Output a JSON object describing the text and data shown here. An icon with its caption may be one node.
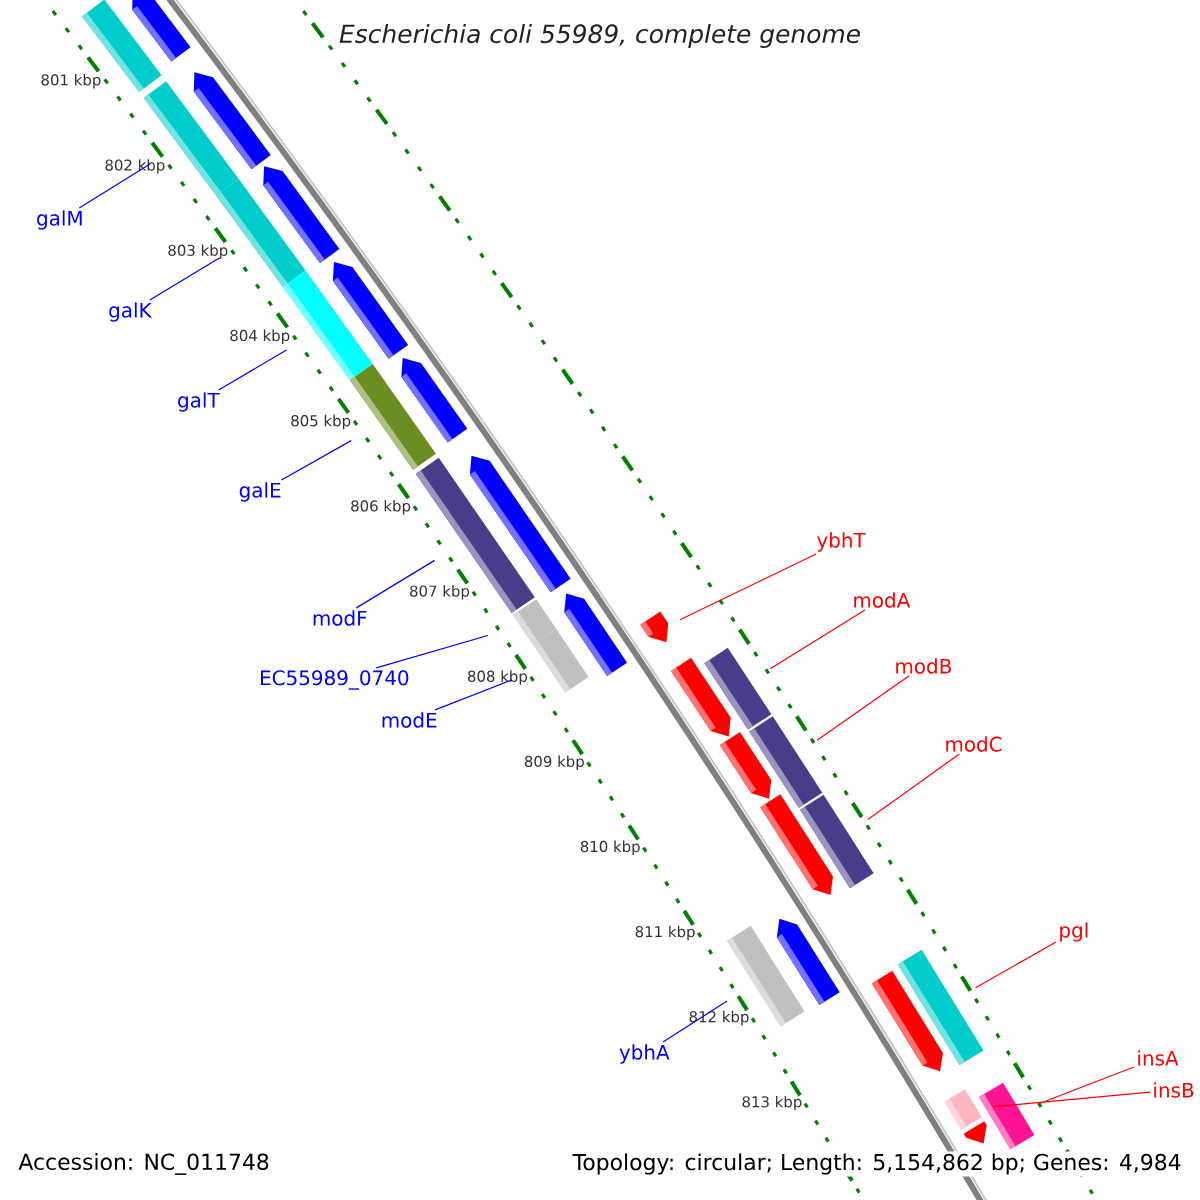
{
  "diagram": {
    "title": "Escherichia coli 55989, complete genome",
    "nodes": [
      {
        "text": [
          "galM"
        ]
      },
      {
        "text": [
          "galK"
        ]
      },
      {
        "text": [
          "galT"
        ]
      },
      {
        "text": [
          "galE"
        ]
      },
      {
        "text": [
          "modF"
        ]
      },
      {
        "text": [
          "EC55989_0740"
        ]
      },
      {
        "text": [
          "modE"
        ]
      },
      {
        "text": [
          "ybhA"
        ]
      },
      {
        "text": [
          "ybhT"
        ]
      },
      {
        "text": [
          "modA"
        ]
      },
      {
        "text": [
          "modB"
        ]
      },
      {
        "text": [
          "modC"
        ]
      },
      {
        "text": [
          "pgl"
        ]
      },
      {
        "text": [
          "insA"
        ]
      },
      {
        "text": [
          "insB"
        ]
      },
      {
        "text": [],
        "shape": "bar"
      },
      {
        "text": [],
        "shape": "bar"
      },
      {
        "text": [],
        "shape": "bar"
      },
      {
        "text": [],
        "shape": "bar"
      },
      {
        "text": [],
        "shape": "bar"
      },
      {
        "text": [],
        "shape": "bar"
      },
      {
        "text": [],
        "shape": "bar"
      },
      {
        "text": [],
        "shape": "bar"
      },
      {
        "text": [],
        "shape": "arrow"
      },
      {
        "text": [],
        "shape": "bar"
      },
      {
        "text": [],
        "shape": "bar"
      },
      {
        "text": [],
        "shape": "bar"
      },
      {
        "text": [],
        "shape": "bar"
      },
      {
        "text": [],
        "shape": "bar"
      },
      {
        "text": [],
        "shape": "bar"
      },
      {
        "text": [],
        "shape": "bar"
      },
      {
        "text": [],
        "shape": "arrow"
      },
      {
        "text": [],
        "shape": "arrow"
      },
      {
        "text": [],
        "shape": "arrow"
      },
      {
        "text": [],
        "shape": "arrow"
      },
      {
        "text": [],
        "shape": "arrow"
      },
      {
        "text": [],
        "shape": "arrow"
      },
      {
        "text": [],
        "shape": "arrow"
      },
      {
        "text": [],
        "shape": "arrow"
      },
      {
        "text": [],
        "shape": "arrow"
      },
      {
        "text": [],
        "shape": "arrow"
      },
      {
        "text": [],
        "shape": "arrow"
      },
      {
        "text": [],
        "shape": "arrow"
      },
      {
        "text": [],
        "shape": "arrow"
      }
    ],
    "edges": [
      {
        "from": 0,
        "to": 15,
        "arrow": "none"
      },
      {
        "from": 1,
        "to": 16,
        "arrow": "none"
      },
      {
        "from": 2,
        "to": 17,
        "arrow": "none"
      },
      {
        "from": 3,
        "to": 18,
        "arrow": "none"
      },
      {
        "from": 4,
        "to": 19,
        "arrow": "none"
      },
      {
        "from": 5,
        "to": 20,
        "arrow": "none"
      },
      {
        "from": 6,
        "to": 21,
        "arrow": "none"
      },
      {
        "from": 7,
        "to": 22,
        "arrow": "none"
      },
      {
        "from": 8,
        "to": 23,
        "arrow": "none",
        "color": "#ff0000"
      },
      {
        "from": 9,
        "to": 24,
        "arrow": "none",
        "color": "#ff0000"
      },
      {
        "from": 10,
        "to": 25,
        "arrow": "none",
        "color": "#ff0000"
      },
      {
        "from": 11,
        "to": 26,
        "arrow": "none",
        "color": "#ff0000"
      },
      {
        "from": 12,
        "to": 27,
        "arrow": "none",
        "color": "#ff0000"
      },
      {
        "from": 13,
        "to": 28,
        "arrow": "none",
        "color": "#ff0000"
      },
      {
        "from": 14,
        "to": 29,
        "arrow": "none",
        "color": "#ff0000"
      }
    ],
    "labels": [
      "801 kbp",
      "802 kbp",
      "803 kbp",
      "804 kbp",
      "805 kbp",
      "806 kbp",
      "807 kbp",
      "808 kbp",
      "809 kbp",
      "810 kbp",
      "811 kbp",
      "812 kbp",
      "813 kbp",
      "Accession: NC_011748",
      "Topology: circular; Length: 5,154,862 bp; Genes: 4,984"
    ]
  }
}
